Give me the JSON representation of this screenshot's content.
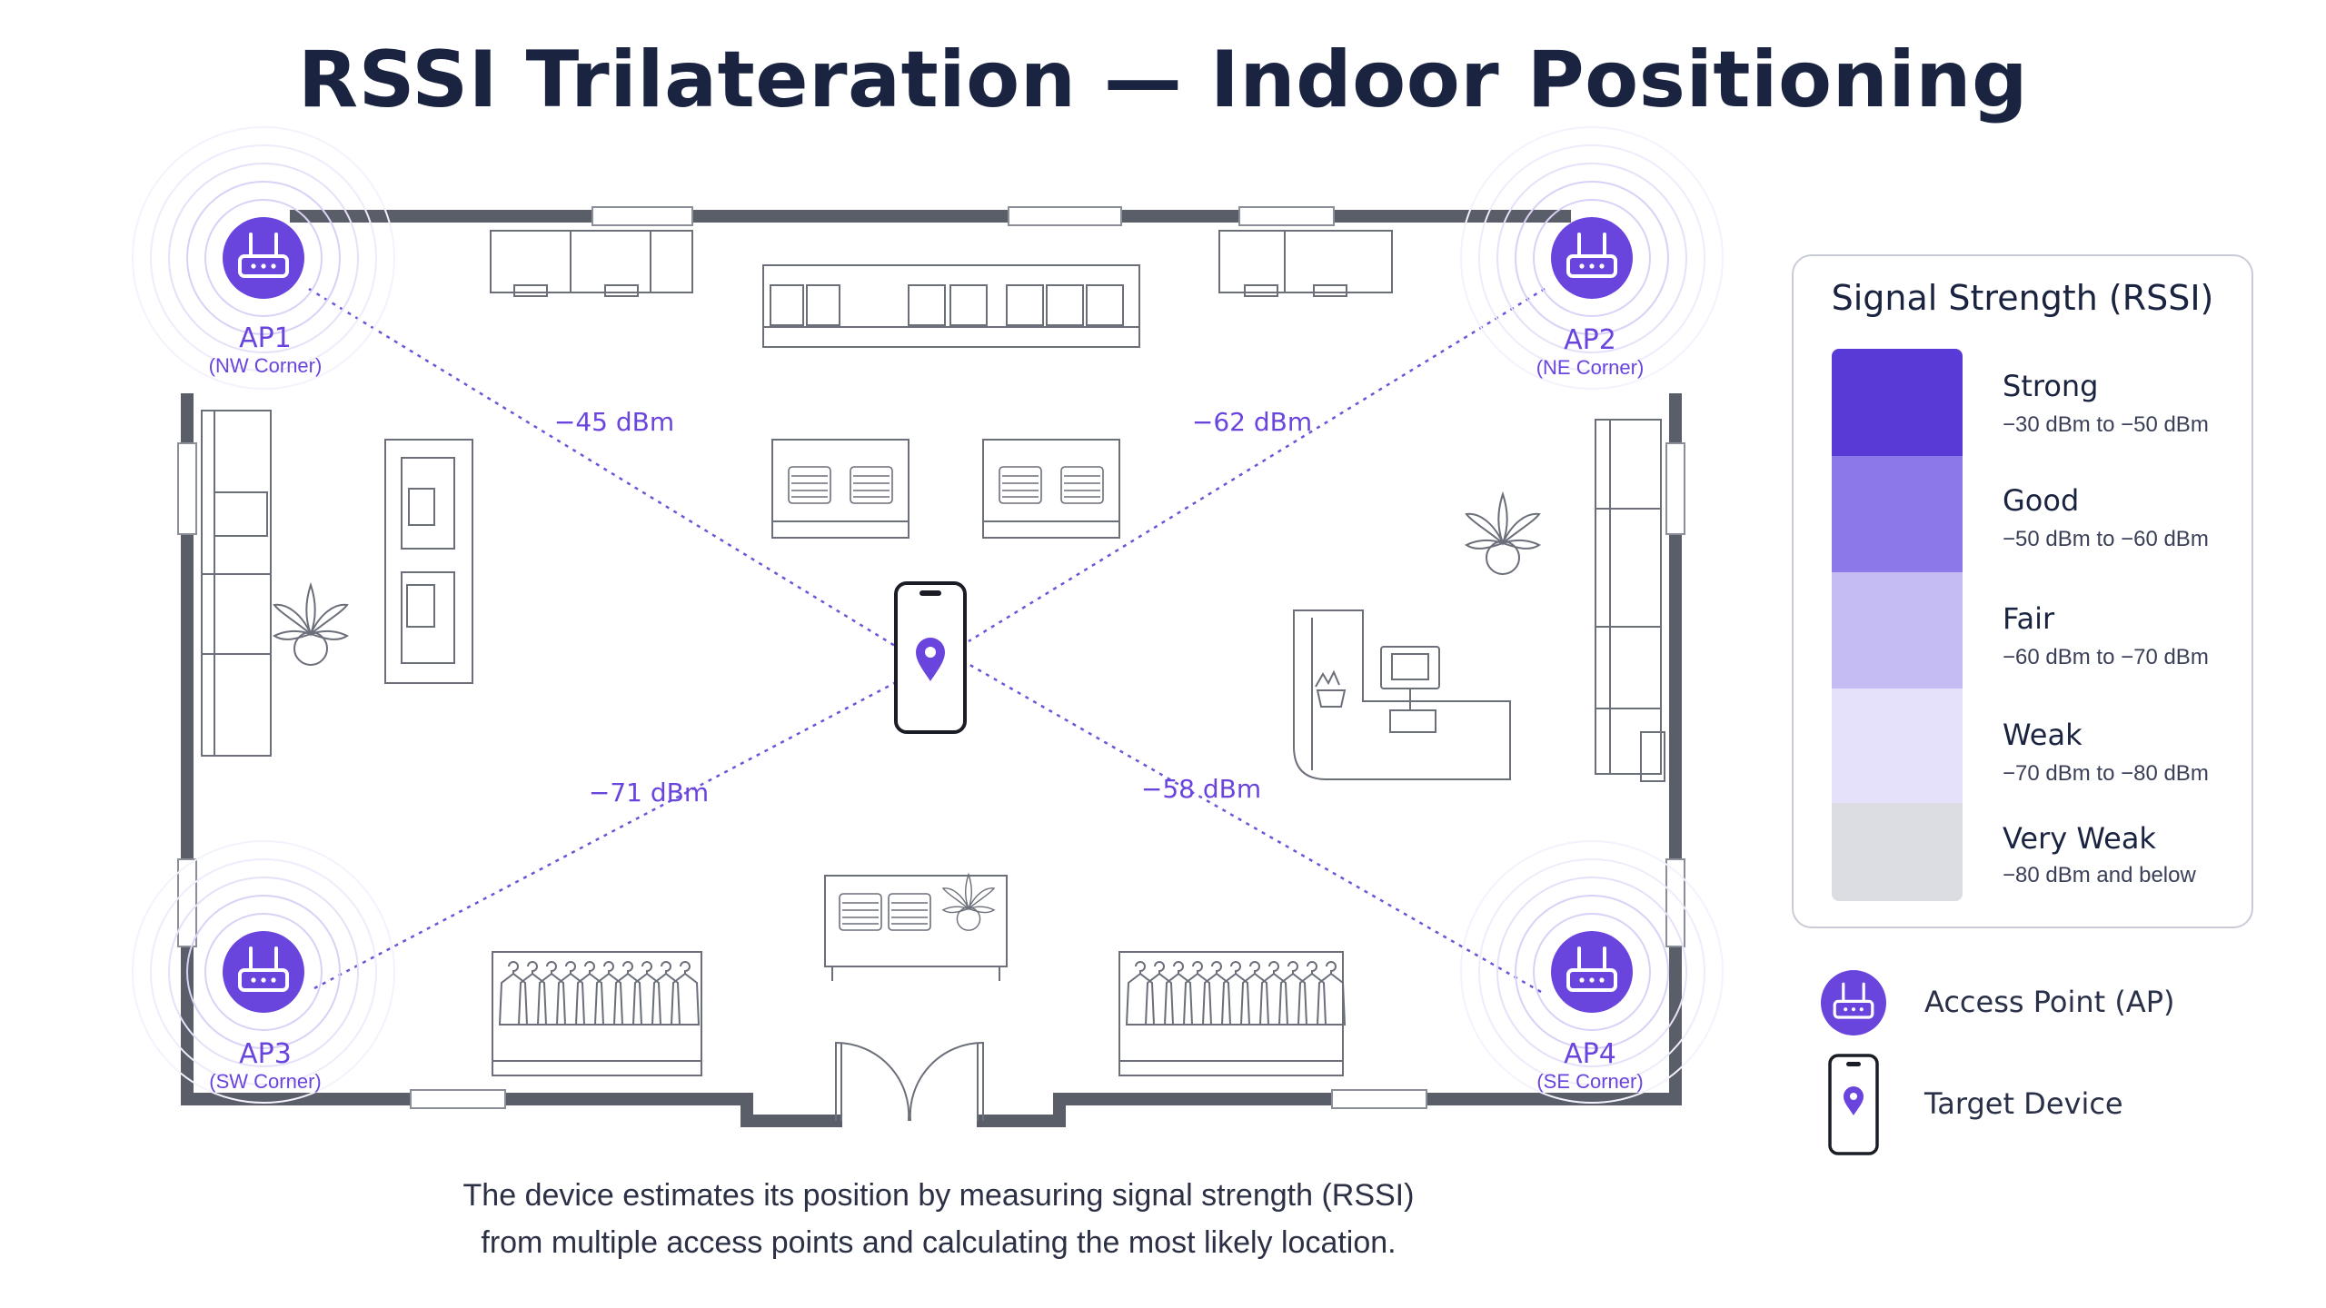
{
  "title": "RSSI Trilateration — Indoor Positioning",
  "access_points": [
    {
      "name": "AP1",
      "location": "(NW Corner)",
      "rssi": "−45 dBm"
    },
    {
      "name": "AP2",
      "location": "(NE Corner)",
      "rssi": "−62 dBm"
    },
    {
      "name": "AP3",
      "location": "(SW Corner)",
      "rssi": "−71 dBm"
    },
    {
      "name": "AP4",
      "location": "(SE Corner)",
      "rssi": "−58 dBm"
    }
  ],
  "legend": {
    "title": "Signal Strength (RSSI)",
    "levels": [
      {
        "name": "Strong",
        "range": "−30 dBm to −50 dBm",
        "color": "#5a3ad6"
      },
      {
        "name": "Good",
        "range": "−50 dBm to −60 dBm",
        "color": "#8c78e8"
      },
      {
        "name": "Fair",
        "range": "−60 dBm to −70 dBm",
        "color": "#c6bcf4"
      },
      {
        "name": "Weak",
        "range": "−70 dBm to −80 dBm",
        "color": "#e6e1fa"
      },
      {
        "name": "Very Weak",
        "range": "−80 dBm and below",
        "color": "#dcdde2"
      }
    ],
    "key_access_point": "Access Point (AP)",
    "key_target_device": "Target Device"
  },
  "caption": [
    "The device estimates its position by measuring signal strength (RSSI)",
    "from multiple access points and calculating the most likely location."
  ],
  "colors": {
    "accent": "#6a45dd",
    "wall": "#5a5e68",
    "line": "#6a55d8",
    "title": "#1a2340"
  }
}
